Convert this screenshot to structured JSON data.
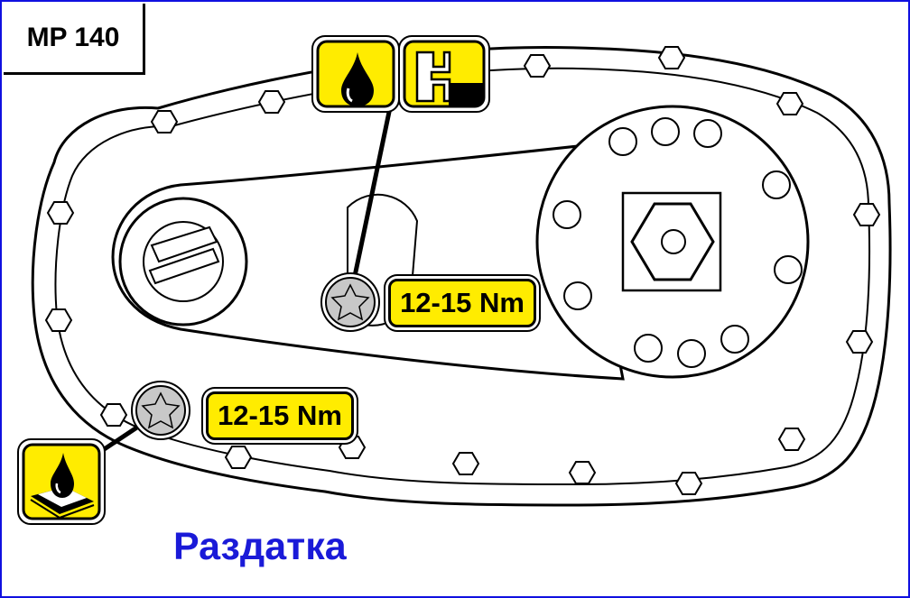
{
  "model_label": "MP 140",
  "torque_labels": [
    "12-15 Nm",
    "12-15 Nm"
  ],
  "caption": "Раздатка",
  "colors": {
    "frame": "#1010e0",
    "badge": "#ffec00",
    "caption": "#1a1ad8",
    "plug": "#c8c8c8"
  },
  "icons": [
    "oil-drop-icon",
    "oil-level-check-icon",
    "sealant-icon",
    "plug-star-icon"
  ]
}
